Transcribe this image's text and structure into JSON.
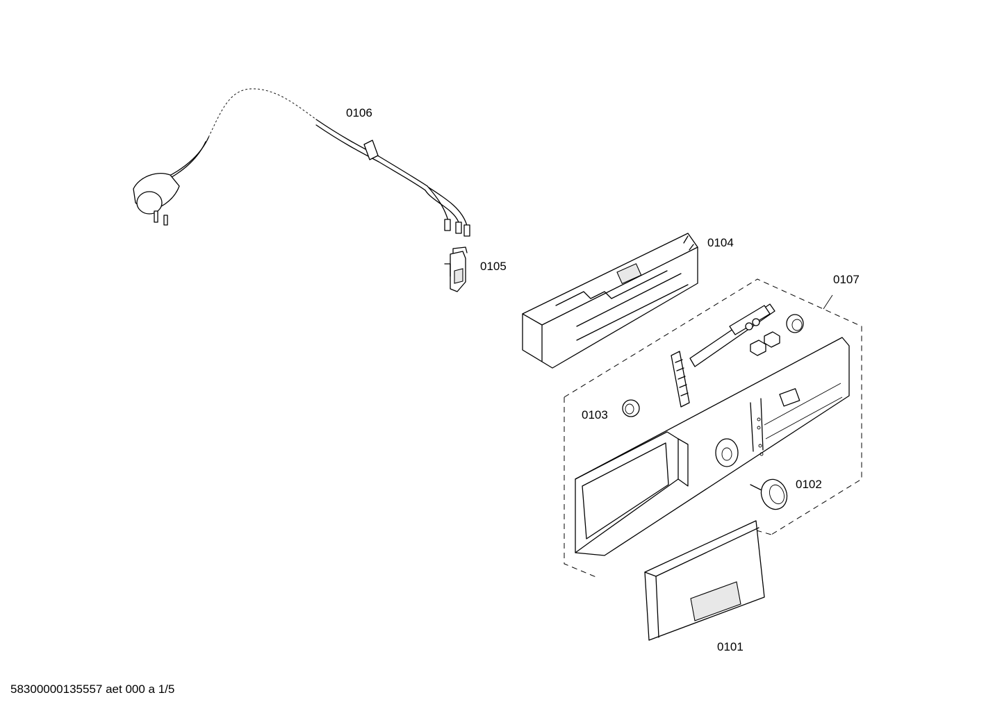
{
  "parts": [
    {
      "id": "0106",
      "label": "0106",
      "icon": "power-cord-icon"
    },
    {
      "id": "0105",
      "label": "0105",
      "icon": "suppressor-clip-icon"
    },
    {
      "id": "0104",
      "label": "0104",
      "icon": "control-module-frame-icon"
    },
    {
      "id": "0107",
      "label": "0107",
      "icon": "control-panel-assembly-icon"
    },
    {
      "id": "0103",
      "label": "0103",
      "icon": "button-icon"
    },
    {
      "id": "0102",
      "label": "0102",
      "icon": "selector-knob-icon"
    },
    {
      "id": "0101",
      "label": "0101",
      "icon": "dispenser-handle-icon"
    }
  ],
  "footer": "58300000135557 aet 000 a 1/5"
}
